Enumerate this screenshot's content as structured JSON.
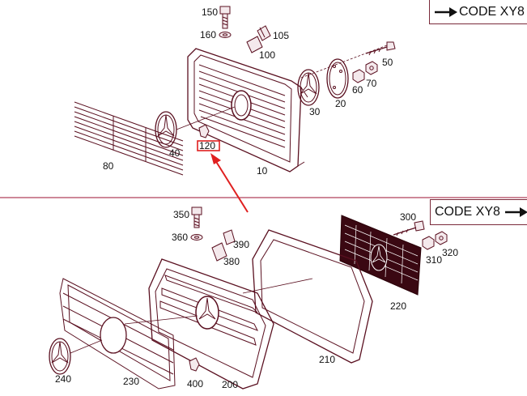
{
  "code_top": {
    "text": "CODE XY8"
  },
  "code_bottom": {
    "text": "CODE XY8"
  },
  "labels_top": {
    "p150": "150",
    "p160": "160",
    "p105": "105",
    "p100": "100",
    "p50": "50",
    "p60": "60",
    "p70": "70",
    "p30": "30",
    "p20": "20",
    "p40": "40",
    "p120": "120",
    "p80": "80",
    "p10": "10"
  },
  "labels_bottom": {
    "p350": "350",
    "p360": "360",
    "p390": "390",
    "p380": "380",
    "p300": "300",
    "p320": "320",
    "p310": "310",
    "p220": "220",
    "p210": "210",
    "p240": "240",
    "p230": "230",
    "p400": "400",
    "p200": "200"
  },
  "colors": {
    "line": "#5a1020",
    "divider": "#b0405a",
    "highlight": "#e02020"
  }
}
